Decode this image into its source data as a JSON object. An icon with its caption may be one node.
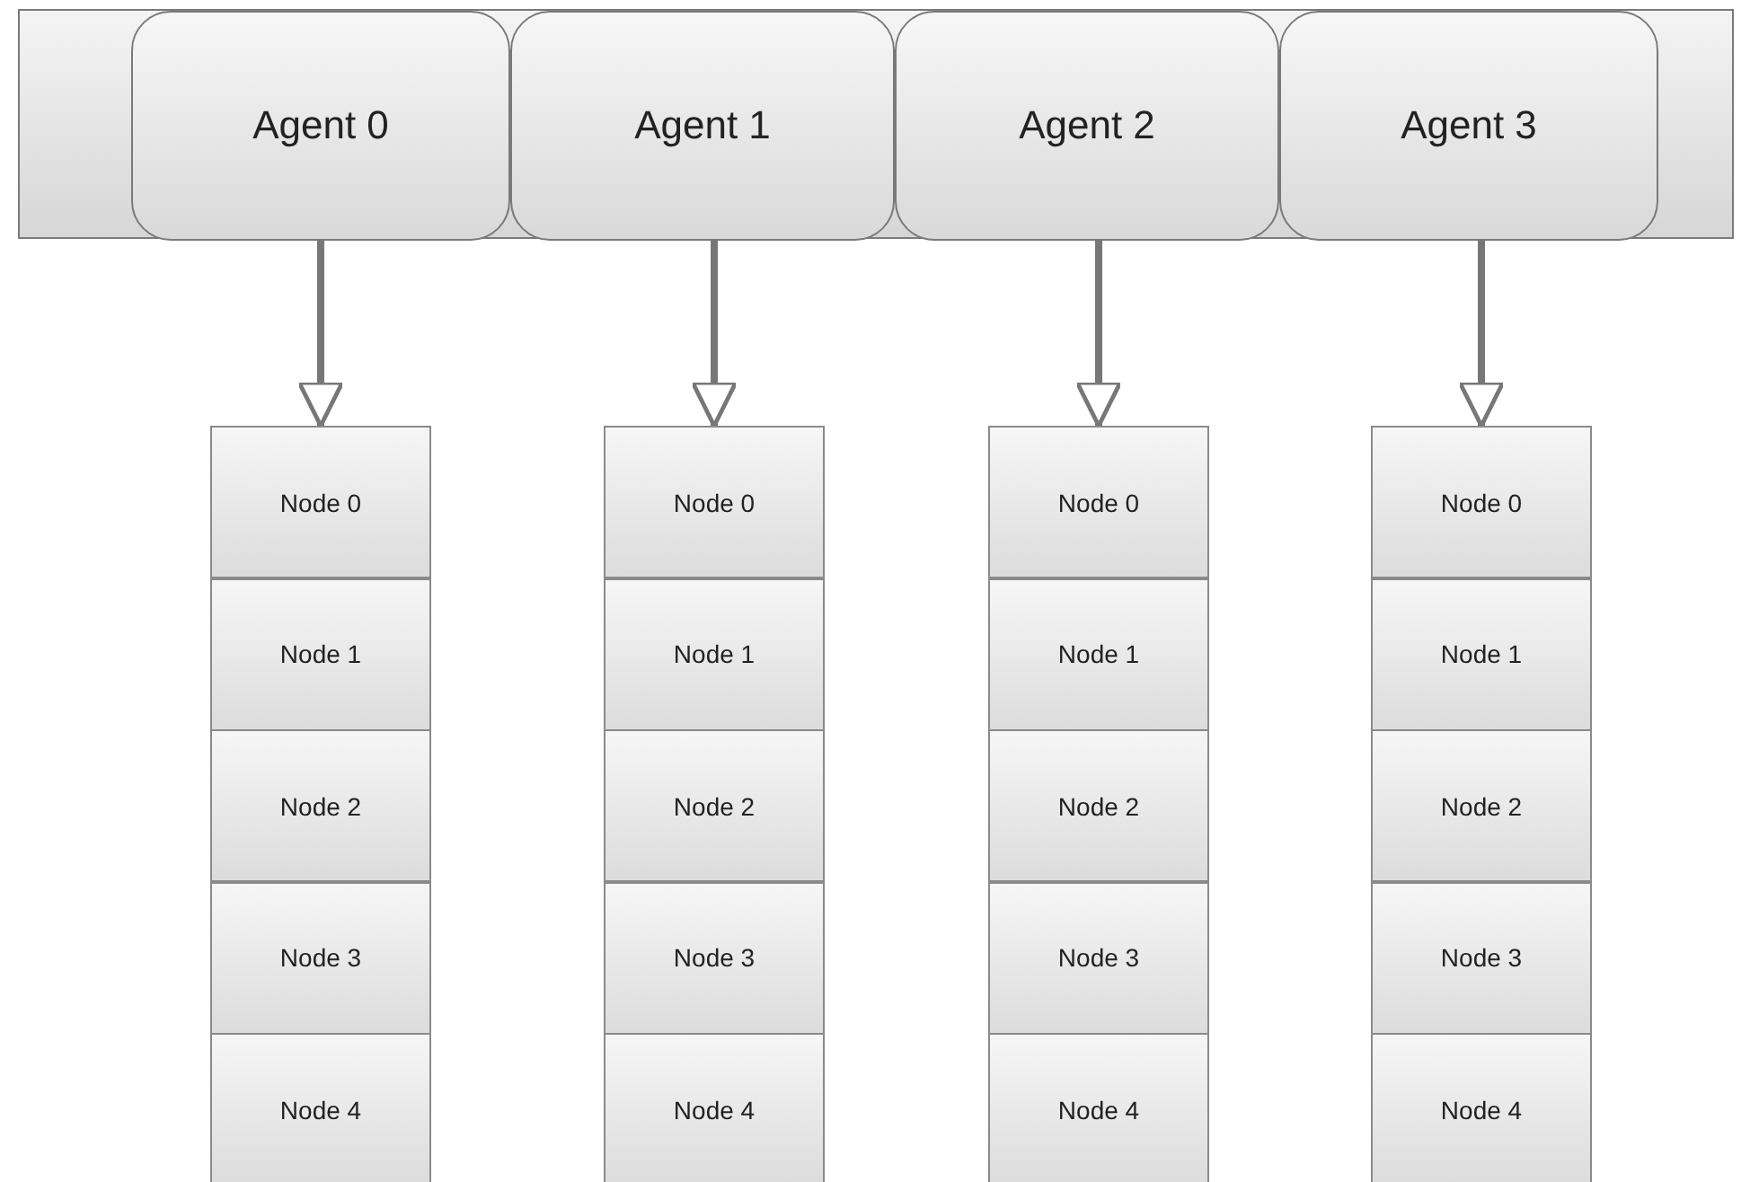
{
  "diagram": {
    "nodes": [
      {
        "text": [],
        "shape": "bar"
      },
      {
        "text": [
          "Agent 0"
        ],
        "in": 0
      },
      {
        "text": [
          "Agent 1"
        ],
        "in": 0
      },
      {
        "text": [
          "Agent 2"
        ],
        "in": 0
      },
      {
        "text": [
          "Agent 3"
        ],
        "in": 0
      },
      {
        "text": [
          "Node 0"
        ]
      },
      {
        "text": [
          "Node 1"
        ]
      },
      {
        "text": [
          "Node 2"
        ]
      },
      {
        "text": [
          "Node 3"
        ]
      },
      {
        "text": [
          "Node 4"
        ]
      },
      {
        "text": [
          "Node 0"
        ]
      },
      {
        "text": [
          "Node 1"
        ]
      },
      {
        "text": [
          "Node 2"
        ]
      },
      {
        "text": [
          "Node 3"
        ]
      },
      {
        "text": [
          "Node 4"
        ]
      },
      {
        "text": [
          "Node 0"
        ]
      },
      {
        "text": [
          "Node 1"
        ]
      },
      {
        "text": [
          "Node 2"
        ]
      },
      {
        "text": [
          "Node 3"
        ]
      },
      {
        "text": [
          "Node 4"
        ]
      },
      {
        "text": [
          "Node 0"
        ]
      },
      {
        "text": [
          "Node 1"
        ]
      },
      {
        "text": [
          "Node 2"
        ]
      },
      {
        "text": [
          "Node 3"
        ]
      },
      {
        "text": [
          "Node 4"
        ]
      }
    ],
    "edges": [
      {
        "from": 1,
        "to": 5,
        "arrow": "to"
      },
      {
        "from": 2,
        "to": 10,
        "arrow": "to"
      },
      {
        "from": 3,
        "to": 15,
        "arrow": "to"
      },
      {
        "from": 4,
        "to": 20,
        "arrow": "to"
      }
    ]
  }
}
